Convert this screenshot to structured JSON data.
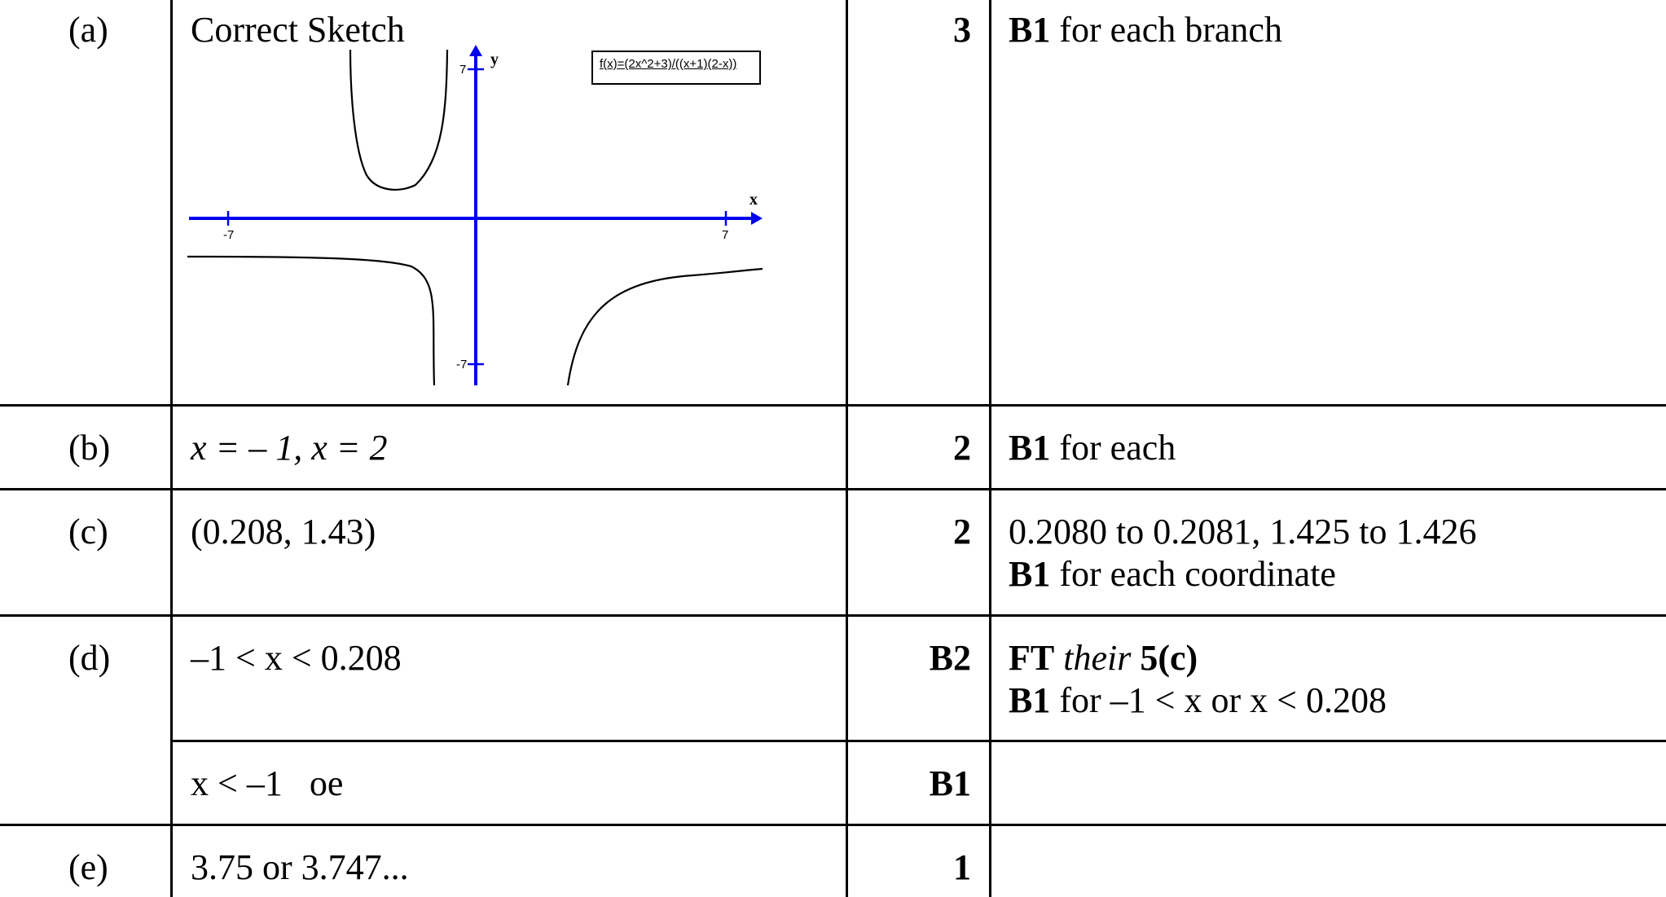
{
  "rows": [
    {
      "part": "(a)",
      "answer_text": "Correct Sketch",
      "marks": "3",
      "guidance_bold": "B1",
      "guidance_text": " for each branch"
    },
    {
      "part": "(b)",
      "answer_text": "x = – 1, x = 2",
      "marks": "2",
      "guidance_bold": "B1",
      "guidance_text": " for each"
    },
    {
      "part": "(c)",
      "answer_text": "(0.208, 1.43)",
      "marks": "2",
      "guidance_line1": "0.2080 to 0.2081, 1.425 to 1.426",
      "guidance_bold": "B1",
      "guidance_text": " for each coordinate"
    },
    {
      "part": "(d)",
      "answer_text": "–1 < x < 0.208",
      "marks": "B2",
      "guidance_bold_a": "FT",
      "guidance_italic": "their",
      "guidance_bold_b": "5(c)",
      "guidance_bold": "B1",
      "guidance_text2": "for –1 < x or x < 0.208"
    },
    {
      "answer_text": "x < –1   oe",
      "marks": "B1"
    },
    {
      "part": "(e)",
      "answer_text": "3.75 or 3.747...",
      "marks": "1"
    }
  ],
  "sketch": {
    "legend": "f(x)=(2x^2+3)/((x+1)(2-x))",
    "x_axis_label": "x",
    "y_axis_label": "y",
    "x_ticks": [
      "-7",
      "7"
    ],
    "y_ticks": [
      "7",
      "-7"
    ],
    "axis_color": "#0000ee"
  }
}
